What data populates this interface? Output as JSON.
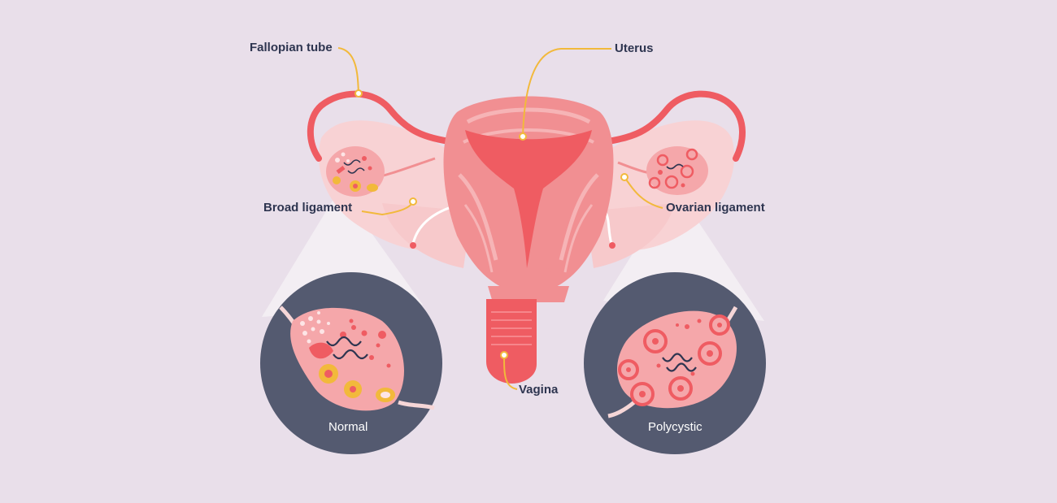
{
  "labels": {
    "fallopian_tube": "Fallopian tube",
    "uterus": "Uterus",
    "broad_ligament": "Broad ligament",
    "ovarian_ligament": "Ovarian ligament",
    "vagina": "Vagina"
  },
  "insets": {
    "normal": "Normal",
    "polycystic": "Polycystic"
  },
  "colors": {
    "background": "#e9dfea",
    "tissue_light": "#f6c6c8",
    "tissue_mid": "#f18f92",
    "tissue_dark": "#ef5c62",
    "leader": "#f2b93b",
    "circle": "#545a70",
    "label_text": "#2e3550"
  }
}
